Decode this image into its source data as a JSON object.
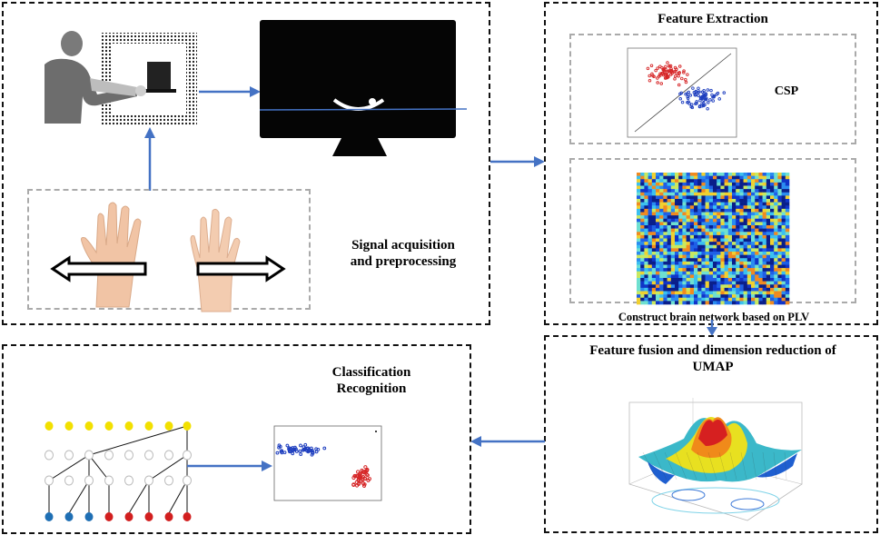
{
  "panels": {
    "signal": {
      "label_line1": "Signal acquisition",
      "label_line2": "and preprocessing"
    },
    "feature": {
      "title": "Feature Extraction",
      "csp_label": "CSP",
      "plv_label": "Construct brain network based on PLV"
    },
    "fusion": {
      "title_line1": "Feature fusion and dimension reduction of",
      "title_line2": "UMAP"
    },
    "classification": {
      "title_line1": "Classification",
      "title_line2": "Recognition"
    }
  },
  "colors": {
    "arrow": "#4472c4",
    "class_a": "#d62728",
    "class_b": "#1f3fbf",
    "node_top": "#f2e000",
    "leaf_blue": "#1f6fb4",
    "leaf_red": "#d21f1f"
  },
  "icons": {
    "person": "person-at-screen-icon",
    "monitor": "monitor-icon",
    "left_hand": "left-hand-icon",
    "right_hand": "right-hand-icon"
  }
}
